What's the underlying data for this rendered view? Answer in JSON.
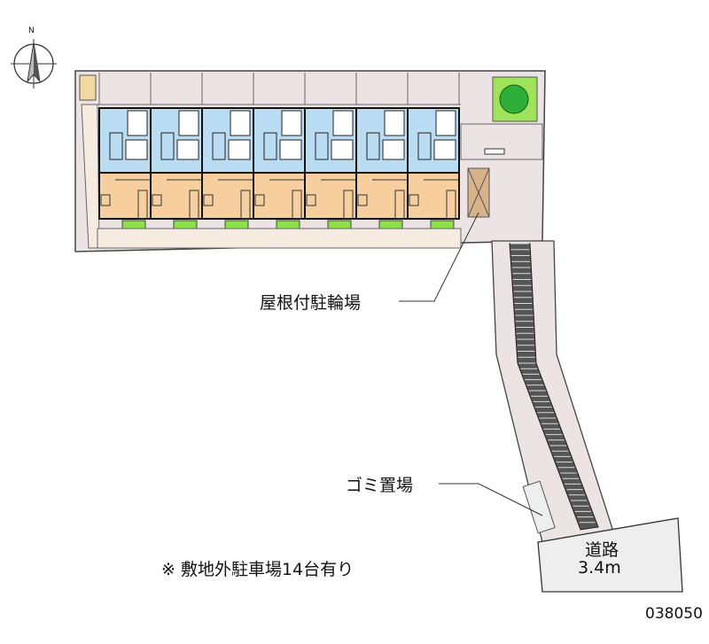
{
  "compass": {
    "label": "N"
  },
  "labels": {
    "bicycle_parking": "屋根付駐輪場",
    "garbage_area": "ゴミ置場",
    "road_name": "道路",
    "road_width": "3.4m",
    "note": "※ 敷地外駐車場14台有り",
    "code": "038050"
  },
  "colors": {
    "ground": "#ece4e4",
    "wet_area": "#b9dcf2",
    "room": "#f7cf9f",
    "planter": "#8ee04a",
    "path": "#f6ebe0",
    "road": "#eeeeee"
  },
  "units": 7
}
